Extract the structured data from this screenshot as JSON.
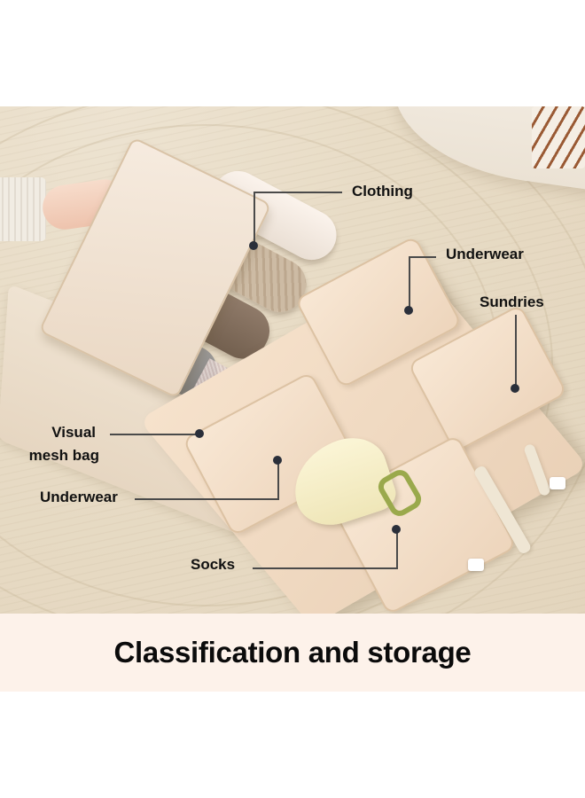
{
  "image": {
    "description": "Product photo of a beige travel storage organizer on a cream rug, with rolled clothing and labeled compartments",
    "background_color": "#ffffff",
    "photo_bg_color": "#e8dcc6",
    "caption_band_color": "#fdf2ea",
    "text_color": "#111111",
    "callout_line_color": "#4a4a4a",
    "callout_dot_color": "#2a2f3a"
  },
  "callouts": [
    {
      "id": "clothing",
      "label": "Clothing"
    },
    {
      "id": "underwear_top",
      "label": "Underwear"
    },
    {
      "id": "sundries",
      "label": "Sundries"
    },
    {
      "id": "mesh_bag",
      "label_line1": "Visual",
      "label_line2": "mesh bag"
    },
    {
      "id": "underwear_left",
      "label": "Underwear"
    },
    {
      "id": "socks",
      "label": "Socks"
    }
  ],
  "caption": {
    "text": "Classification and storage"
  }
}
